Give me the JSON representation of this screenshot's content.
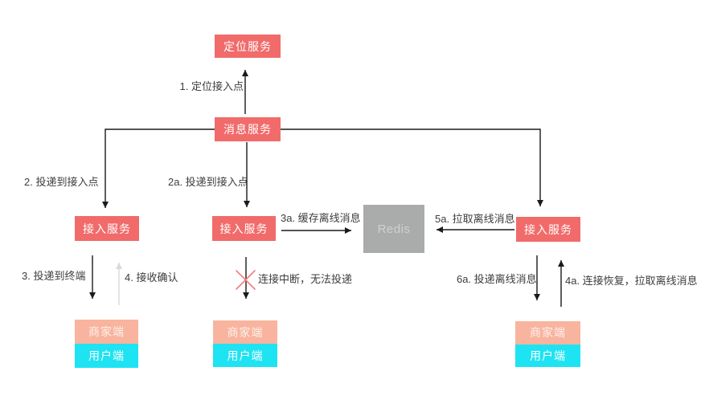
{
  "diagram": {
    "nodes": {
      "location_service": {
        "label": "定位服务"
      },
      "message_service": {
        "label": "消息服务"
      },
      "access_service_left": {
        "label": "接入服务"
      },
      "access_service_middle": {
        "label": "接入服务"
      },
      "access_service_right": {
        "label": "接入服务"
      },
      "redis": {
        "label": "Redis"
      },
      "merchant_left": {
        "label": "商家端"
      },
      "user_left": {
        "label": "用户端"
      },
      "merchant_middle": {
        "label": "商家端"
      },
      "user_middle": {
        "label": "用户端"
      },
      "merchant_right": {
        "label": "商家端"
      },
      "user_right": {
        "label": "用户端"
      }
    },
    "edge_labels": {
      "step_1": "1. 定位接入点",
      "step_2": "2. 投递到接入点",
      "step_2a": "2a. 投递到接入点",
      "step_3": "3. 投递到终端",
      "step_4": "4. 接收确认",
      "step_3a": "3a. 缓存离线消息",
      "step_5a": "5a. 拉取离线消息",
      "step_6a": "6a. 投递离线消息",
      "step_4a": "4a. 连接恢复，拉取离线消息",
      "disconnect": "连接中断，无法投递"
    },
    "colors": {
      "service_box": "#F16B6B",
      "redis_box": "#A9ACAA",
      "merchant_box": "#F8B49E",
      "user_box": "#1EE3F2",
      "arrow": "#1A1A1A",
      "ack_arrow": "#D9D9D9",
      "error_mark": "#F08080",
      "label_text": "#3D3D3D"
    }
  }
}
